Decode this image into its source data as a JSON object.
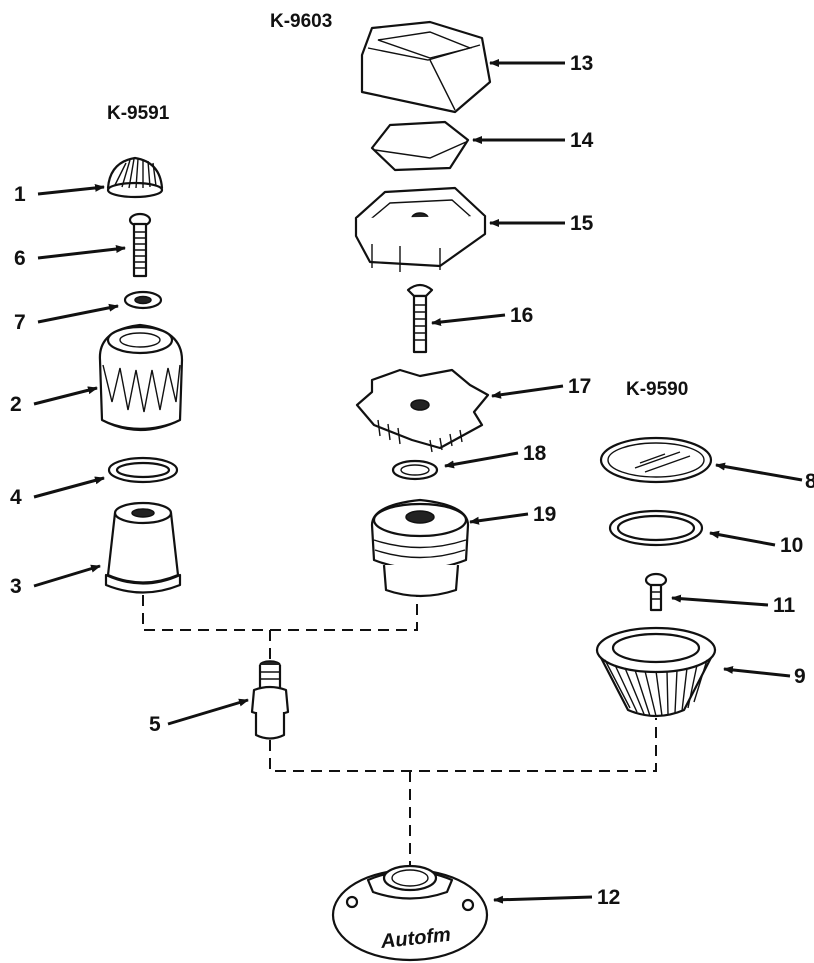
{
  "assemblies": {
    "left": "K-9591",
    "center": "K-9603",
    "right": "K-9590"
  },
  "callouts": {
    "p1": "1",
    "p2": "2",
    "p3": "3",
    "p4": "4",
    "p5": "5",
    "p6": "6",
    "p7": "7",
    "p8": "8",
    "p9": "9",
    "p10": "10",
    "p11": "11",
    "p12": "12",
    "p13": "13",
    "p14": "14",
    "p15": "15",
    "p16": "16",
    "p17": "17",
    "p18": "18",
    "p19": "19"
  },
  "flange_logo": "Autofm"
}
